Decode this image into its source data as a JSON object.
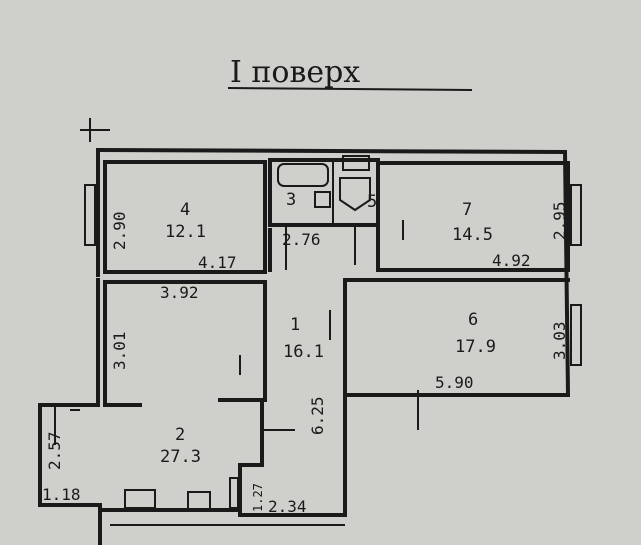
{
  "title": "I поверх",
  "rooms": [
    {
      "number": "4",
      "area": "12.1"
    },
    {
      "number": "3"
    },
    {
      "number": "5"
    },
    {
      "number": "7",
      "area": "14.5"
    },
    {
      "number": "1",
      "area": "16.1"
    },
    {
      "number": "6",
      "area": "17.9"
    },
    {
      "number": "2",
      "area": "27.3"
    }
  ],
  "dimensions": {
    "room4_height": "2.90",
    "room4_width": "4.17",
    "bath_width": "2.76",
    "room7_height": "2.95",
    "room7_width": "4.92",
    "room2_top_width": "3.92",
    "room2_upper_height": "3.01",
    "room6_height": "3.03",
    "room6_width": "5.90",
    "corridor_length": "6.25",
    "room2_side": "2.57",
    "room2_bottom": "1.18",
    "small_a": "1.27",
    "small_b": "2.34"
  }
}
